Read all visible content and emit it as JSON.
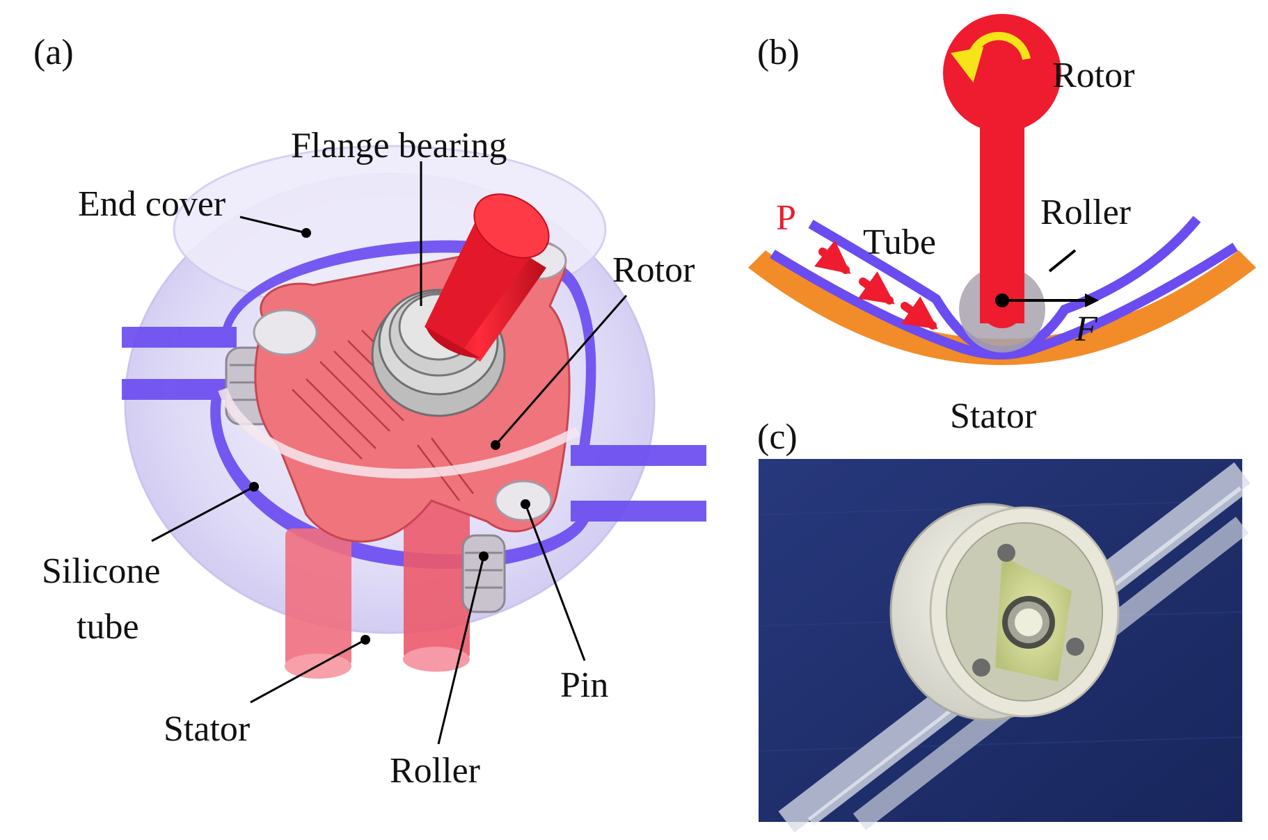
{
  "panels": {
    "a": {
      "label": "(a)",
      "parts": {
        "flange_bearing": "Flange bearing",
        "end_cover": "End cover",
        "rotor": "Rotor",
        "silicone_tube_line1": "Silicone",
        "silicone_tube_line2": "tube",
        "stator": "Stator",
        "roller": "Roller",
        "pin": "Pin"
      }
    },
    "b": {
      "label": "(b)",
      "labels": {
        "rotor": "Rotor",
        "roller": "Roller",
        "tube": "Tube",
        "pressure": "P",
        "force": "F",
        "stator": "Stator"
      }
    },
    "c": {
      "label": "(c)"
    }
  },
  "colors": {
    "rotor_red": "#ee1c2e",
    "tube_blue": "#6b4cf0",
    "stator_orange": "#f28c28",
    "cover_lavender": "#d8d4f4",
    "rotor_pink": "#f0747c",
    "arrow_yellow": "#f7e31a",
    "roller_gray": "#a8a2ad",
    "photo_bg": "#1f2f6e"
  }
}
